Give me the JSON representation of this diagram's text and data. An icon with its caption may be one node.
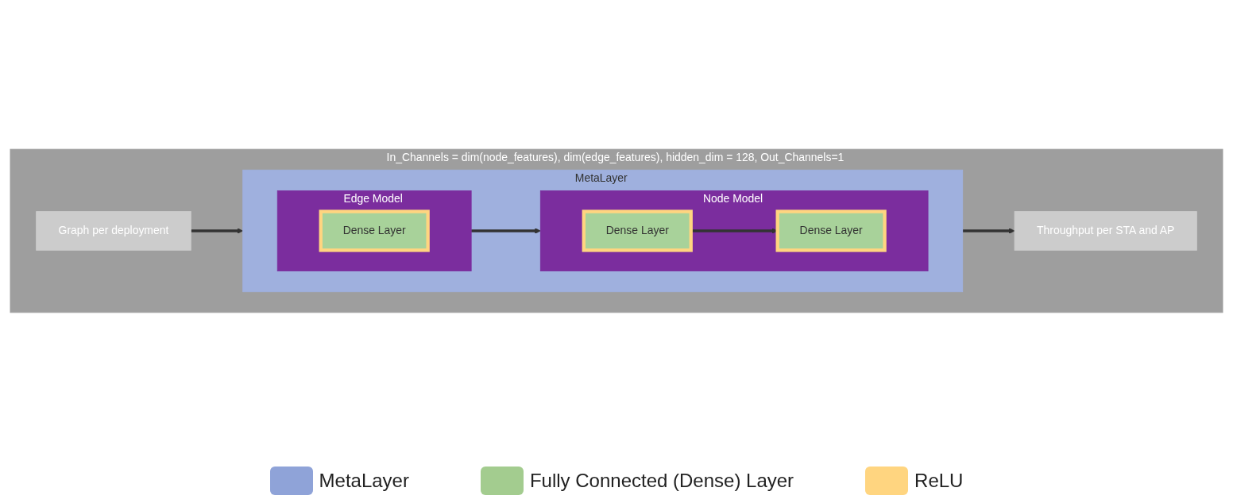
{
  "diagram": {
    "nodes": [
      {
        "text": [
          "In_Channels = dim(node_features), dim(edge_features), hidden_dim = 128, Out_Channels=1"
        ]
      },
      {
        "text": [
          "Graph per deployment"
        ],
        "in": 0
      },
      {
        "text": [
          "MetaLayer"
        ],
        "in": 0
      },
      {
        "text": [
          "Edge Model"
        ],
        "in": 2
      },
      {
        "text": [
          "Dense Layer"
        ],
        "in": 3
      },
      {
        "text": [
          "Node Model"
        ],
        "in": 2
      },
      {
        "text": [
          "Dense Layer"
        ],
        "in": 5
      },
      {
        "text": [
          "Dense Layer"
        ],
        "in": 5
      },
      {
        "text": [
          "Throughput per STA and AP"
        ],
        "in": 0
      }
    ],
    "edges": [
      {
        "from": 1,
        "to": 2,
        "arrow": "to"
      },
      {
        "from": 3,
        "to": 5,
        "arrow": "to"
      },
      {
        "from": 6,
        "to": 7,
        "arrow": "to"
      },
      {
        "from": 2,
        "to": 8,
        "arrow": "to"
      }
    ],
    "legend": [
      {
        "text": "MetaLayer",
        "color": "#8fa3d8"
      },
      {
        "text": "Fully Connected (Dense) Layer",
        "color": "#a3cc8f"
      },
      {
        "text": "ReLU",
        "color": "#ffd580"
      }
    ]
  }
}
